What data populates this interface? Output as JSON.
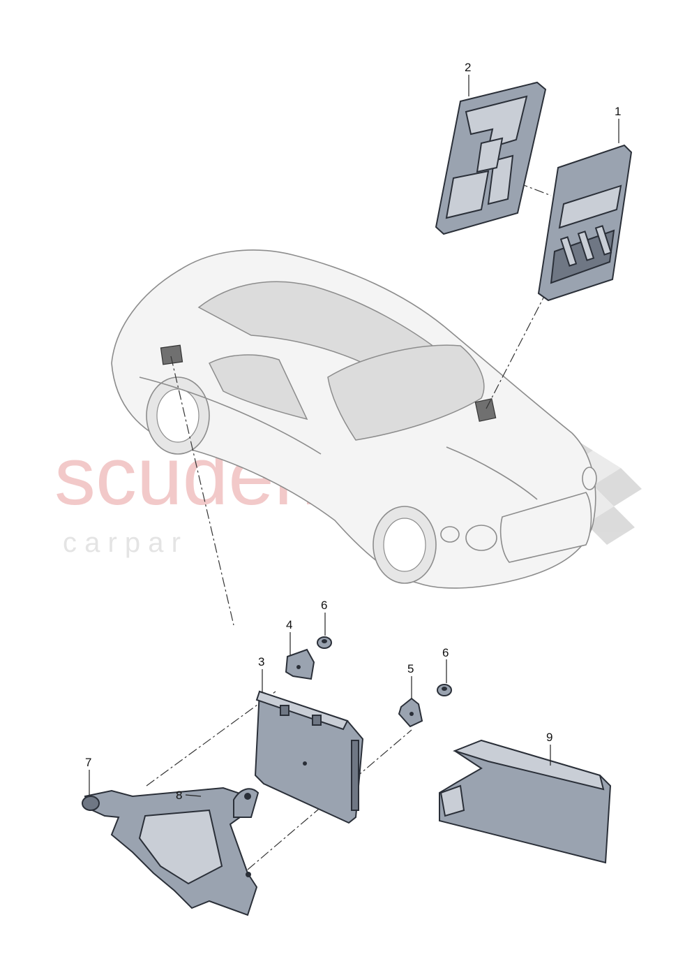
{
  "watermark": {
    "main": "scuderia",
    "sub": "c a r  p a r"
  },
  "callouts": [
    {
      "id": "1",
      "label": "1"
    },
    {
      "id": "2",
      "label": "2"
    },
    {
      "id": "3",
      "label": "3"
    },
    {
      "id": "4",
      "label": "4"
    },
    {
      "id": "5",
      "label": "5"
    },
    {
      "id": "6a",
      "label": "6"
    },
    {
      "id": "6b",
      "label": "6"
    },
    {
      "id": "7",
      "label": "7"
    },
    {
      "id": "8",
      "label": "8"
    },
    {
      "id": "9",
      "label": "9"
    }
  ],
  "colors": {
    "watermark_red": "#f2c9c9",
    "part_gray": "#9aa3b0",
    "outline": "#2a2f38"
  }
}
